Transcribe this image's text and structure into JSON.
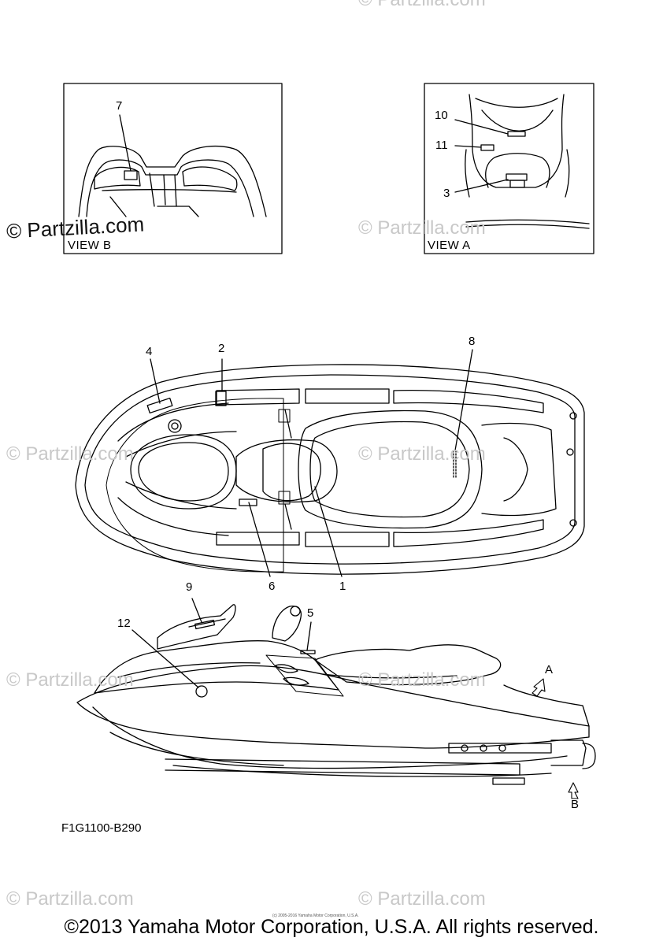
{
  "watermark": "© Partzilla.com",
  "views": {
    "view_b": {
      "label": "VIEW B",
      "callouts": [
        "7"
      ]
    },
    "view_a": {
      "label": "VIEW A",
      "callouts": [
        "10",
        "11",
        "3"
      ]
    }
  },
  "top_view": {
    "callouts": [
      "4",
      "2",
      "8",
      "6",
      "1"
    ]
  },
  "side_view": {
    "callouts": [
      "9",
      "12",
      "5"
    ],
    "arrows": [
      "A",
      "B"
    ]
  },
  "part_code": "F1G1100-B290",
  "fine_print": "(c) 2005-2016 Yamaha Motor Corporation, U.S.A.",
  "copyright": "©2013 Yamaha Motor Corporation, U.S.A. All rights reserved."
}
